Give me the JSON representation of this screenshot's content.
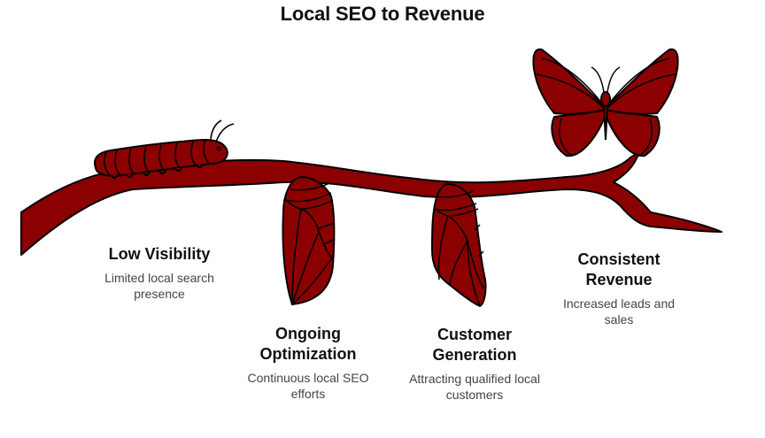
{
  "title": "Local SEO to Revenue",
  "colors": {
    "fill": "#8b0000",
    "outline": "#000000",
    "heading": "#111111",
    "description": "#444444",
    "background": "#ffffff"
  },
  "stages": [
    {
      "icon": "caterpillar-icon",
      "heading": "Low Visibility",
      "description": "Limited local search presence"
    },
    {
      "icon": "chrysalis-icon",
      "heading": "Ongoing Optimization",
      "description": "Continuous local SEO efforts"
    },
    {
      "icon": "chrysalis-icon",
      "heading": "Customer Generation",
      "description": "Attracting qualified local customers"
    },
    {
      "icon": "butterfly-icon",
      "heading": "Consistent Revenue",
      "description": "Increased leads and sales"
    }
  ]
}
